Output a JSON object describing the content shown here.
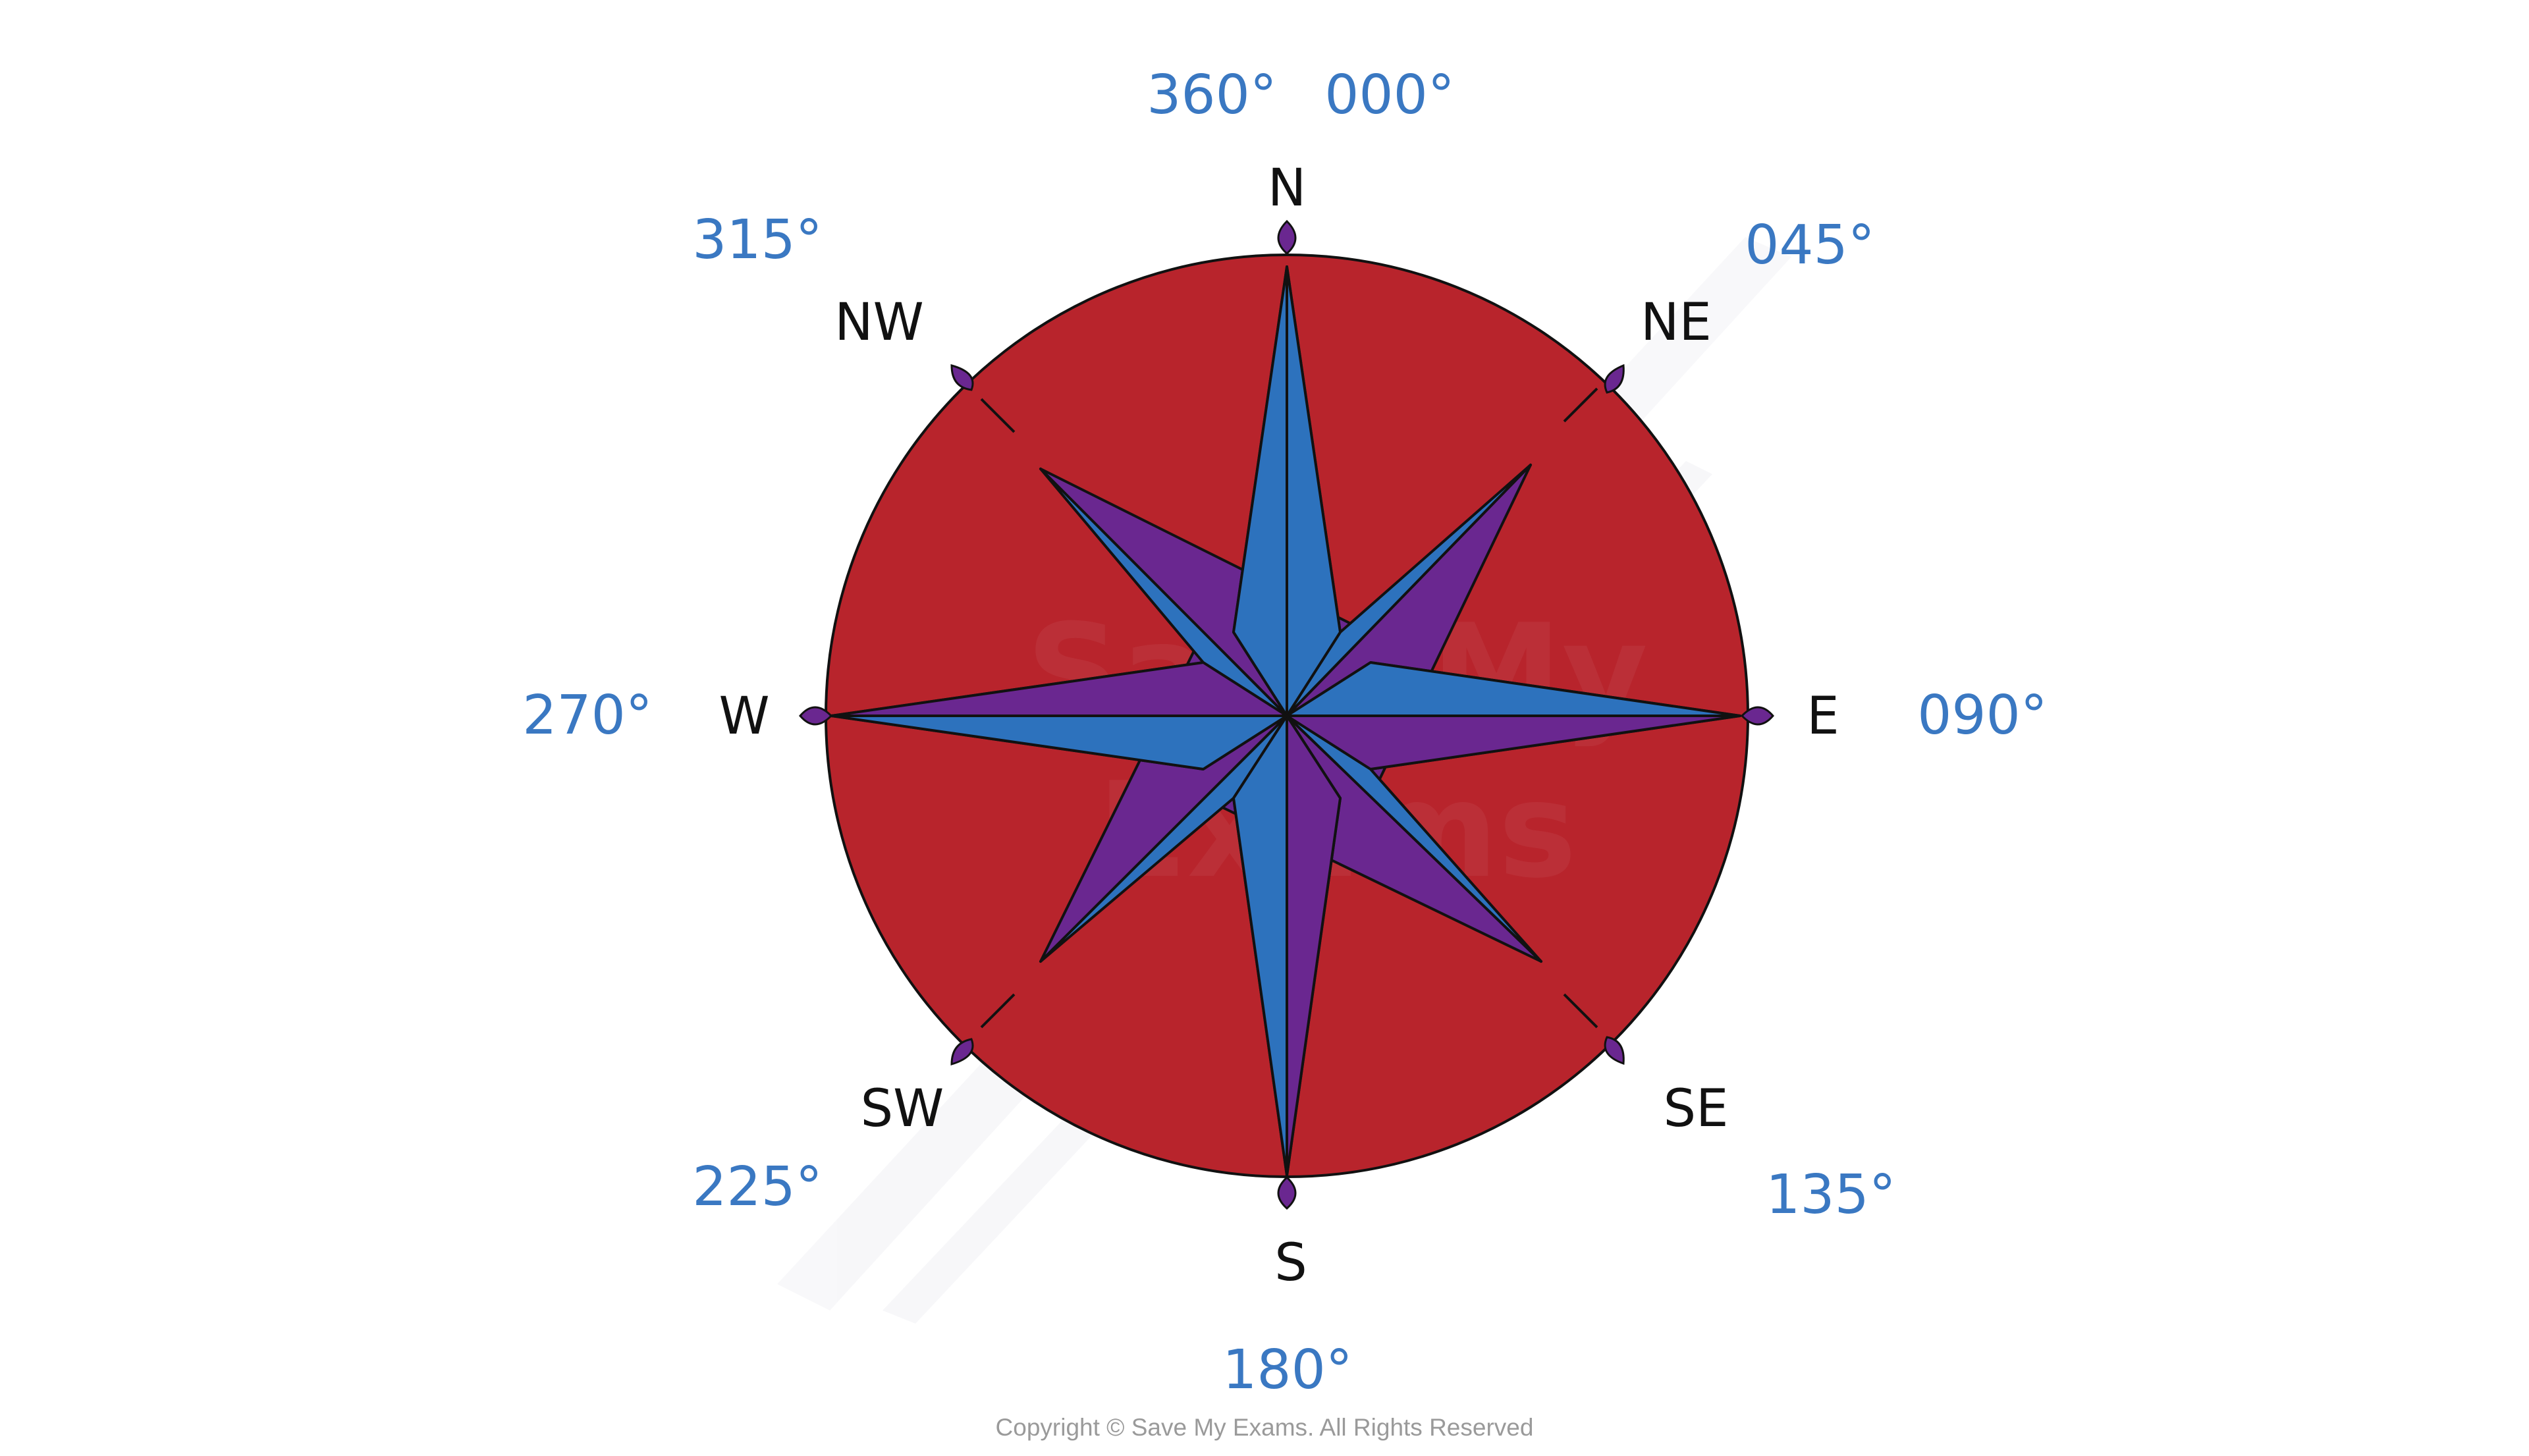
{
  "compass": {
    "points": {
      "n": "N",
      "ne": "NE",
      "e": "E",
      "se": "SE",
      "s": "S",
      "sw": "SW",
      "w": "W",
      "nw": "NW"
    },
    "bearings": {
      "n_360": "360°",
      "n_000": "000°",
      "ne": "045°",
      "e": "090°",
      "se": "135°",
      "s": "180°",
      "sw": "225°",
      "w": "270°",
      "nw": "315°"
    }
  },
  "watermark": {
    "line1": "Save My",
    "line2": "Exams"
  },
  "footer": {
    "copyright": "Copyright © Save My Exams. All Rights Reserved"
  },
  "colors": {
    "disc": "#b8242c",
    "star_blue": "#2d72bd",
    "star_purple": "#6a2790",
    "bearing_text": "#3a78c2",
    "outline": "#111111"
  }
}
